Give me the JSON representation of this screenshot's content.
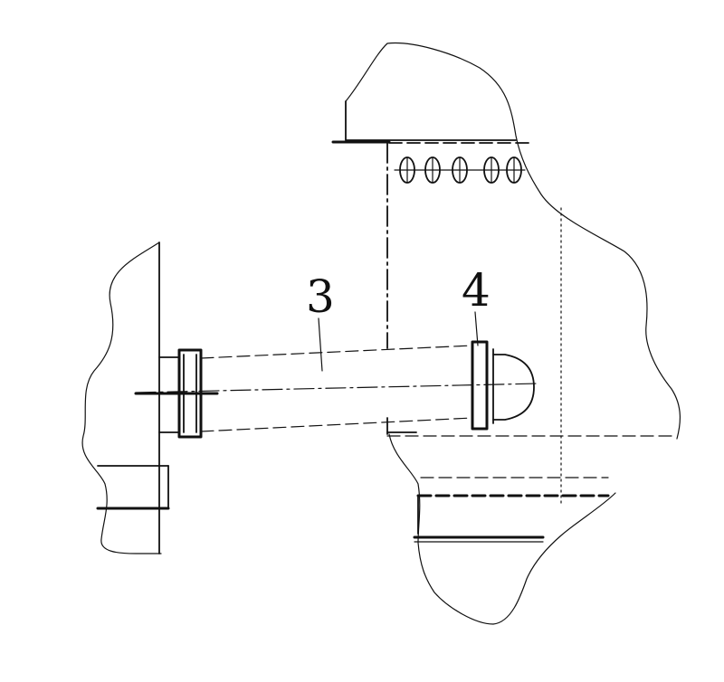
{
  "figure": {
    "labels": [
      {
        "id": "label-3",
        "text": "3"
      },
      {
        "id": "label-4",
        "text": "4"
      }
    ]
  }
}
